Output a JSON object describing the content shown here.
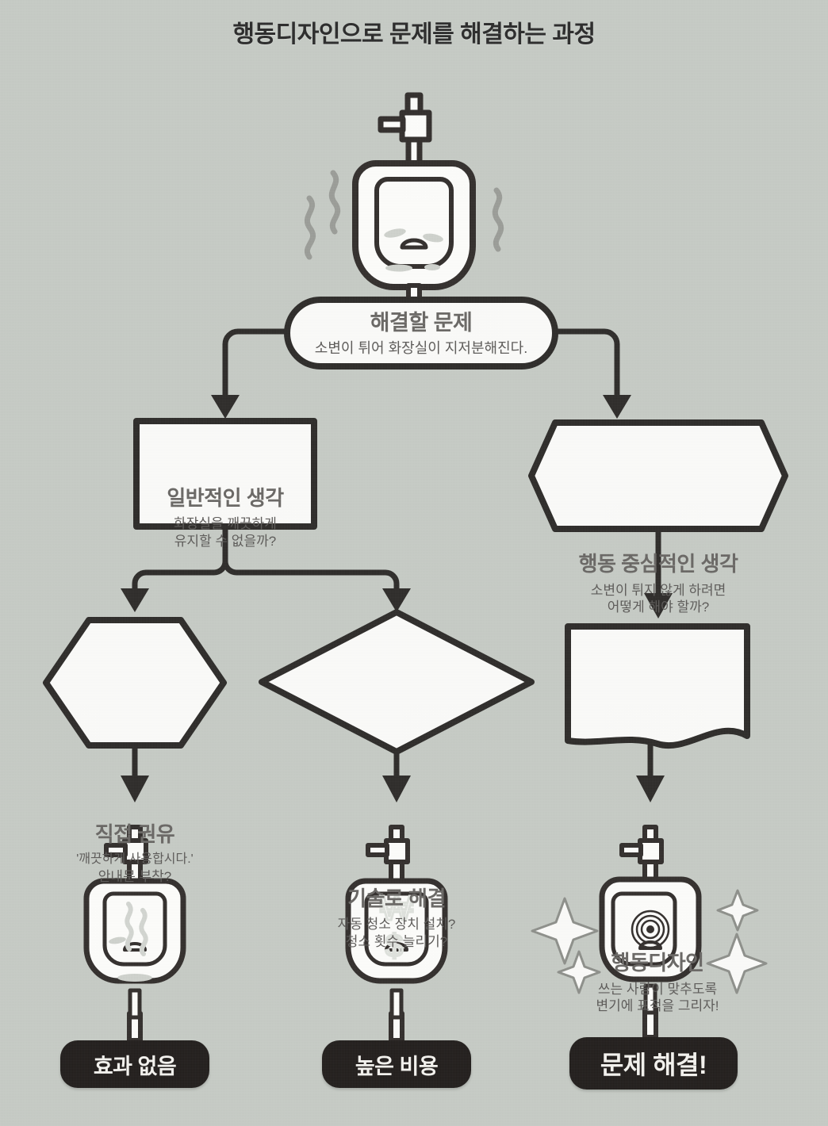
{
  "title": "행동디자인으로 문제를 해결하는 과정",
  "nodes": {
    "problem": {
      "shape": "rounded-rectangle",
      "heading": "해결할 문제",
      "sub_lines": [
        "소변이 튀어 화장실이 지저분해진다."
      ]
    },
    "common_thinking": {
      "shape": "rectangle",
      "heading": "일반적인 생각",
      "sub_lines": [
        "화장실을 깨끗하게",
        "유지할 수 없을까?"
      ]
    },
    "behavior_thinking": {
      "shape": "hexagon",
      "heading": "행동 중심적인 생각",
      "sub_lines": [
        "소변이 튀지 않게 하려면",
        "어떻게 해야 할까?"
      ]
    },
    "direct_request": {
      "shape": "hexagon",
      "heading": "직접 권유",
      "sub_lines": [
        "'깨끗하게 사용합시다.'",
        "안내문 부착?"
      ]
    },
    "tech_solution": {
      "shape": "diamond",
      "heading": "기술로 해결",
      "sub_lines": [
        "자동 청소 장치 설치?",
        "청소 횟수 늘리기?"
      ]
    },
    "behavior_design": {
      "shape": "document",
      "heading": "행동디자인",
      "sub_lines": [
        "쓰는 사람이 맞추도록",
        "변기에 표적을 그리자!"
      ]
    }
  },
  "results": [
    {
      "label": "효과 없음",
      "illustration": "urinal-with-odor"
    },
    {
      "label": "높은 비용",
      "illustration": "urinal-with-money"
    },
    {
      "label": "문제 해결!",
      "illustration": "urinal-with-target-sparkles"
    }
  ],
  "illustrations": {
    "top_urinal": "urinal-dirty-with-odor-lines",
    "money_symbols": [
      "₩",
      "$"
    ]
  },
  "colors": {
    "background": "#c6cbc5",
    "ink": "#2e2c2a",
    "paper": "#fbfbf9",
    "pill_bg": "#231f1d",
    "pill_text": "#f4f3ef",
    "node_text": "#5d5b59"
  }
}
